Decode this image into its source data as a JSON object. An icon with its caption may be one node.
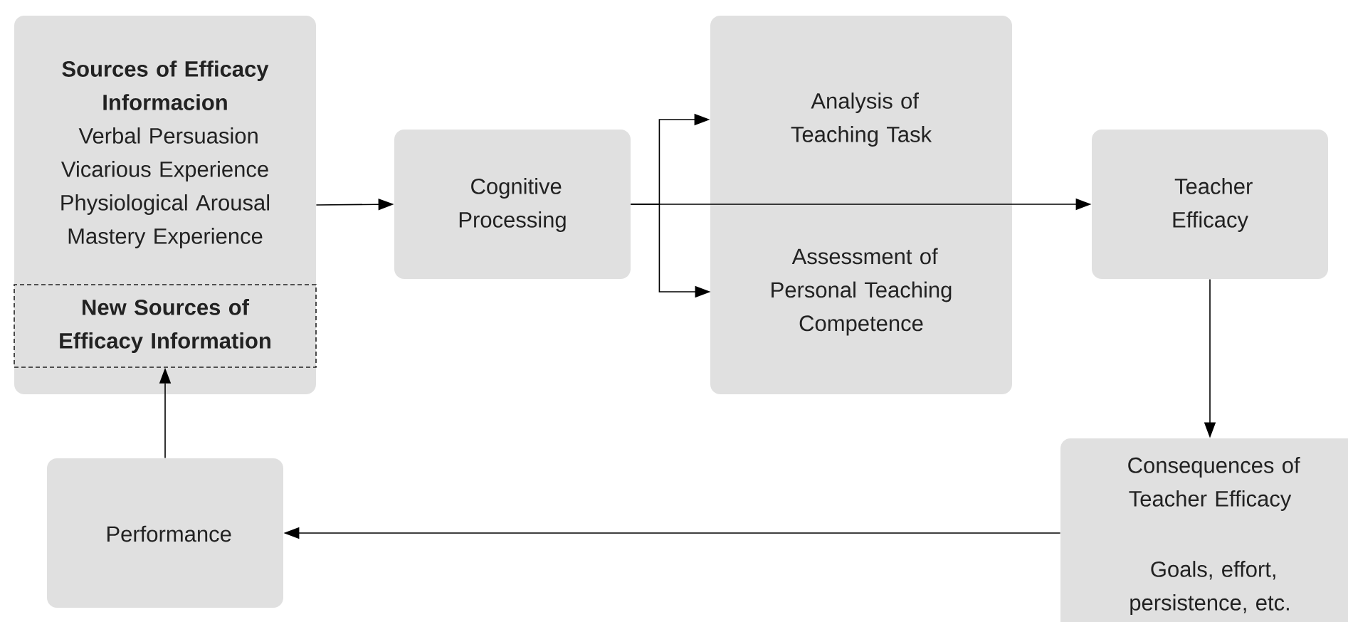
{
  "diagram": {
    "nodes": [
      {
        "text": [
          "Sources of Efficacy Informacion",
          "Verbal Persuasion Vicarious Experience Physiological Arousal Mastery Experience"
        ]
      },
      {
        "text": [
          "New Sources of Efficacy Information"
        ],
        "in": 0
      },
      {
        "text": [
          "Cognitive Processing"
        ]
      },
      {
        "text": [],
        "shape": "box"
      },
      {
        "text": [
          "Analysis of Teaching Task"
        ],
        "in": 3
      },
      {
        "text": [
          "Assessment of Personal Teaching Competence"
        ],
        "in": 3
      },
      {
        "text": [
          "Teacher Efficacy"
        ]
      },
      {
        "text": [
          "Consequences of Teacher Efficacy",
          "Goals, effort, persistence, etc."
        ]
      },
      {
        "text": [
          "Performance"
        ]
      }
    ],
    "edges": [
      {
        "from": 0,
        "to": 2,
        "arrow": "to"
      },
      {
        "from": 2,
        "to": 4,
        "arrow": "to"
      },
      {
        "from": 2,
        "to": 5,
        "arrow": "to"
      },
      {
        "from": 2,
        "to": 6,
        "arrow": "to"
      },
      {
        "from": 6,
        "to": 7,
        "arrow": "to"
      },
      {
        "from": 7,
        "to": 8,
        "arrow": "to"
      },
      {
        "from": 8,
        "to": 1,
        "arrow": "to"
      }
    ]
  }
}
